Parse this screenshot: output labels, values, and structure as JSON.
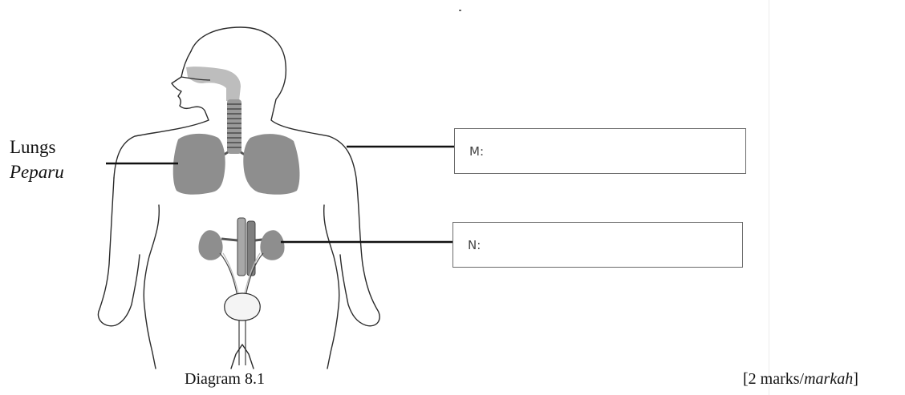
{
  "diagram": {
    "labels": {
      "lungs_en": "Lungs",
      "lungs_ms": "Peparu"
    },
    "answer_boxes": [
      {
        "id": "M",
        "prefix": "M:",
        "value": ""
      },
      {
        "id": "N",
        "prefix": "N:",
        "value": ""
      }
    ],
    "caption": "Diagram 8.1",
    "marks": {
      "prefix": "[2 marks/",
      "ms": "markah",
      "suffix": "]"
    },
    "colors": {
      "organ_fill": "#8e8e8e",
      "organ_light": "#bdbdbd",
      "outline": "#2b2b2b",
      "pointer_line": "#111111"
    }
  }
}
